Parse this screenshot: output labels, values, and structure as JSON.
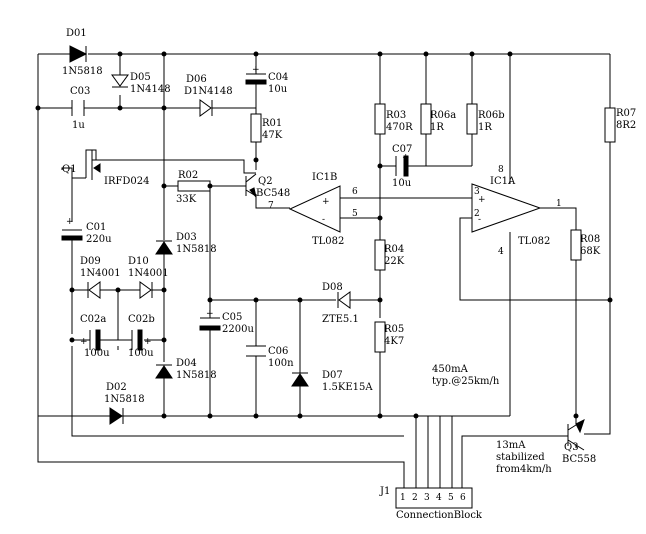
{
  "components": {
    "D01": {
      "ref": "D01",
      "value": "1N5818"
    },
    "D05": {
      "ref": "D05",
      "value": "1N4148"
    },
    "D06": {
      "ref": "D06",
      "value": "D1N4148"
    },
    "C04": {
      "ref": "C04",
      "value": "10u"
    },
    "C03": {
      "ref": "C03",
      "value": "1u"
    },
    "R01": {
      "ref": "R01",
      "value": "47K"
    },
    "R03": {
      "ref": "R03",
      "value": "470R"
    },
    "R06a": {
      "ref": "R06a",
      "value": "1R"
    },
    "R06b": {
      "ref": "R06b",
      "value": "1R"
    },
    "R07": {
      "ref": "R07",
      "value": "8R2"
    },
    "C07": {
      "ref": "C07",
      "value": "10u"
    },
    "Q1": {
      "ref": "Q1",
      "value": "IRFD024"
    },
    "R02": {
      "ref": "R02",
      "value": "33K"
    },
    "Q2": {
      "ref": "Q2",
      "value": "BC548"
    },
    "IC1B": {
      "ref": "IC1B",
      "value": "TL082"
    },
    "IC1A": {
      "ref": "IC1A",
      "value": "TL082"
    },
    "C01": {
      "ref": "C01",
      "value": "220u"
    },
    "D03": {
      "ref": "D03",
      "value": "1N5818"
    },
    "D09": {
      "ref": "D09",
      "value": "1N4001"
    },
    "D10": {
      "ref": "D10",
      "value": "1N4001"
    },
    "R04": {
      "ref": "R04",
      "value": "22K"
    },
    "R08": {
      "ref": "R08",
      "value": "68K"
    },
    "D08": {
      "ref": "D08",
      "value": "ZTE5.1"
    },
    "C02a": {
      "ref": "C02a",
      "value": "100u"
    },
    "C02b": {
      "ref": "C02b",
      "value": "100u"
    },
    "C05": {
      "ref": "C05",
      "value": "2200u"
    },
    "R05": {
      "ref": "R05",
      "value": "4K7"
    },
    "C06": {
      "ref": "C06",
      "value": "100n"
    },
    "D07": {
      "ref": "D07",
      "value": "1.5KE15A"
    },
    "D04": {
      "ref": "D04",
      "value": "1N5818"
    },
    "D02": {
      "ref": "D02",
      "value": "1N5818"
    },
    "Q3": {
      "ref": "Q3",
      "value": "BC558"
    },
    "J1": {
      "ref": "J1",
      "value": "ConnectionBlock"
    }
  },
  "pins": {
    "ic1b_6": "6",
    "ic1b_7": "7",
    "ic1b_5": "5",
    "ic1a_3": "3",
    "ic1a_2": "2",
    "ic1a_1": "1",
    "ic1a_8": "8",
    "ic1a_4": "4",
    "plus": "+",
    "minus": "-",
    "j1": [
      "1",
      "2",
      "3",
      "4",
      "5",
      "6"
    ]
  },
  "notes": {
    "current1": "450mA",
    "current1b": "typ.@25km/h",
    "current2": "13mA",
    "current2b": "stabilized",
    "current2c": "from4km/h"
  }
}
